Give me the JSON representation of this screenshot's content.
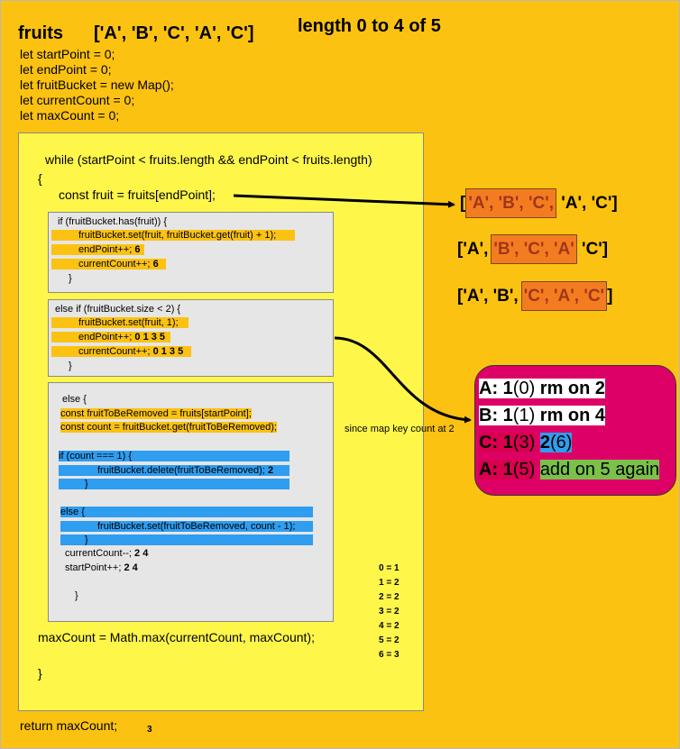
{
  "header": {
    "fruits_label": "fruits",
    "fruits_array": "['A', 'B', 'C', 'A', 'C']",
    "length_label": "length 0 to 4 of 5"
  },
  "init_lines": [
    "let startPoint = 0;",
    "let endPoint = 0;",
    "let fruitBucket = new Map();",
    "let currentCount = 0;",
    "let maxCount = 0;"
  ],
  "code": {
    "while_line": "while (startPoint < fruits.length && endPoint < fruits.length)",
    "open_brace": "{",
    "const_fruit": "const fruit = fruits[endPoint];",
    "if_block": {
      "header": "if (fruitBucket.has(fruit)) {",
      "line1": "fruitBucket.set(fruit, fruitBucket.get(fruit) + 1);",
      "line2": "endPoint++;",
      "line2_val": "6",
      "line3": "currentCount++;",
      "line3_val": "6",
      "close": "}"
    },
    "elseif_block": {
      "header": "else if (fruitBucket.size < 2) {",
      "line1": "fruitBucket.set(fruit, 1);",
      "line2": "endPoint++;",
      "line2_val": "0 1 3 5",
      "line3": "currentCount++;",
      "line3_val": "0 1 3 5",
      "close": "}"
    },
    "else_block": {
      "header": "else {",
      "line1": "const fruitToBeRemoved = fruits[startPoint];",
      "line2": "const count = fruitBucket.get(fruitToBeRemoved);",
      "if_count": "if (count === 1) {",
      "delete_line": "fruitBucket.delete(fruitToBeRemoved);",
      "delete_val": "2",
      "close1": "}",
      "else2": "else {",
      "set_line": "fruitBucket.set(fruitToBeRemoved, count - 1);",
      "close2": "}",
      "cc_line": "currentCount--;",
      "cc_val": "2 4",
      "sp_line": "startPoint++;",
      "sp_val": "2 4",
      "close": "}"
    },
    "max_line": "maxCount = Math.max(currentCount, maxCount);",
    "close_brace": "}"
  },
  "tally": [
    "0 = 1",
    "1 = 2",
    "2 = 2",
    "3 = 2",
    "4 = 2",
    "5 = 2",
    "6 = 3"
  ],
  "windows": [
    {
      "open": "[",
      "window": "'A', 'B', 'C',",
      "rest": " 'A', 'C']"
    },
    {
      "pre": "['A',",
      "window": "'B', 'C', 'A'",
      "rest": " 'C']"
    },
    {
      "pre": "['A', 'B',",
      "window": "'C', 'A', 'C'",
      "rest": "]"
    }
  ],
  "map": {
    "row_a": {
      "key": "A",
      "count": ": 1",
      "idx": "(0)",
      "note": " rm on 2"
    },
    "row_b": {
      "key": "B",
      "count": ": 1",
      "idx": "(1)",
      "note": " rm on  4"
    },
    "row_c": {
      "key": "C",
      "count": ": 1",
      "idx": "(3)",
      "extra": "2",
      "extra_idx": "(6)"
    },
    "row_a2": {
      "key": "A",
      "count": ": 1",
      "idx": "(5)",
      "note": "add on 5 again"
    }
  },
  "note": "since map key count at 2",
  "footer": {
    "return_line": "return maxCount;",
    "return_val": "3"
  },
  "colors": {
    "board": "#fbc211",
    "code_box": "#fff64a",
    "inner_box": "#e6e6e6",
    "blue_highlight": "#2f9df0",
    "window_orange": "#f47c20",
    "map_magenta": "#dd0066",
    "green_highlight": "#7ac14a"
  }
}
